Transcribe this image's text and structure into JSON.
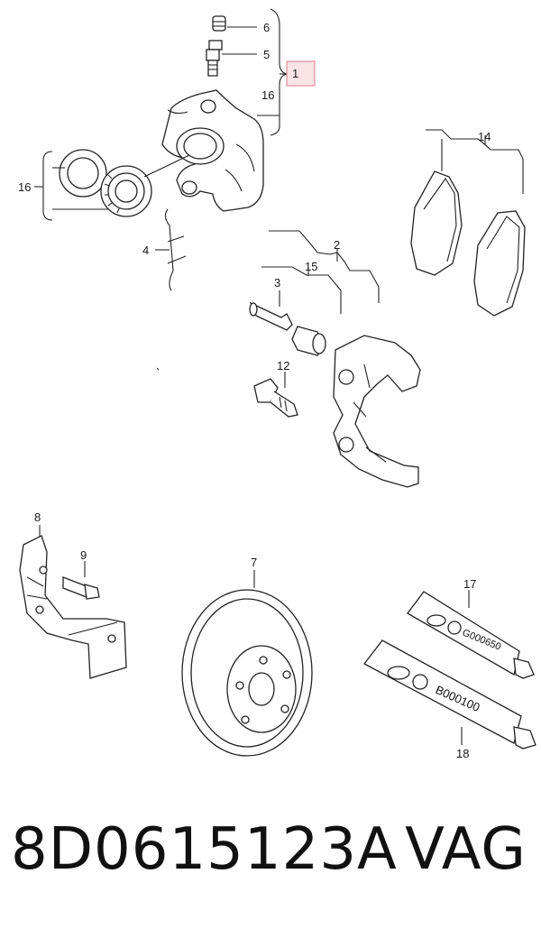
{
  "callouts": {
    "c6": "6",
    "c5": "5",
    "c1": "1",
    "c16a": "16",
    "c16b": "16",
    "c4": "4",
    "c14": "14",
    "c2": "2",
    "c3": "3",
    "c15": "15",
    "c12": "12",
    "c8": "8",
    "c9": "9",
    "c7": "7",
    "c17": "17",
    "c18": "18"
  },
  "tubes": {
    "tube17_code": "G000650",
    "tube18_code": "B000100"
  },
  "highlight_color": "#f4b6bf",
  "footer": {
    "part_number": "8D0615123A",
    "brand": "VAG"
  }
}
